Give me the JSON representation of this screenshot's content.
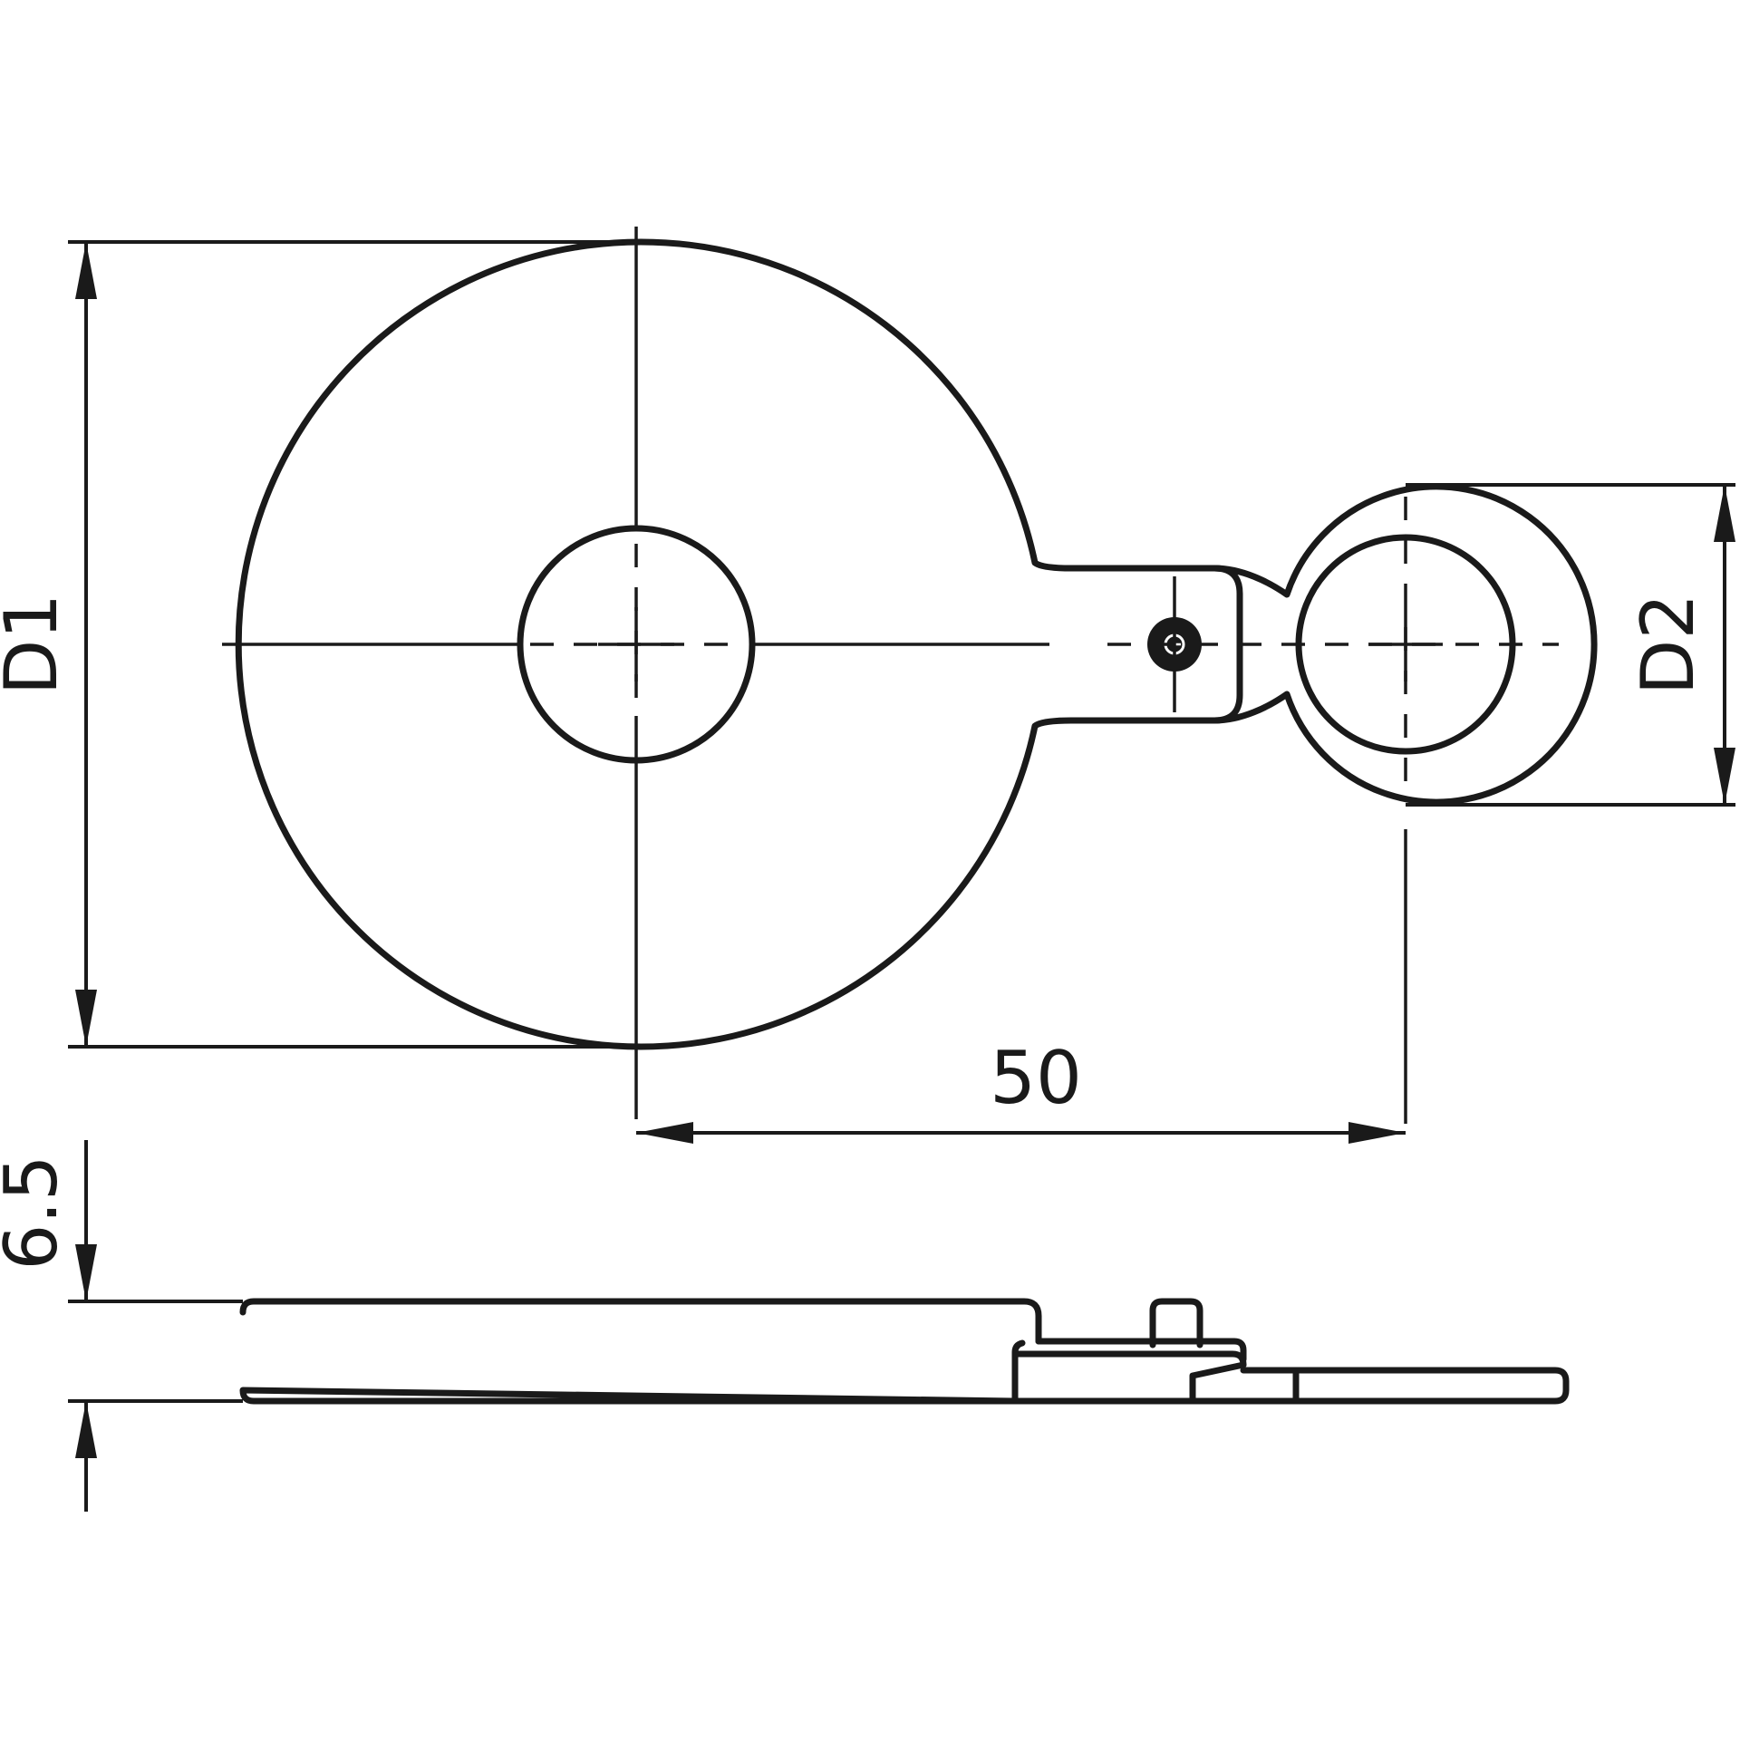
{
  "labels": {
    "d1": "D1",
    "d2": "D2",
    "center_distance": "50",
    "thickness": "6.5"
  }
}
